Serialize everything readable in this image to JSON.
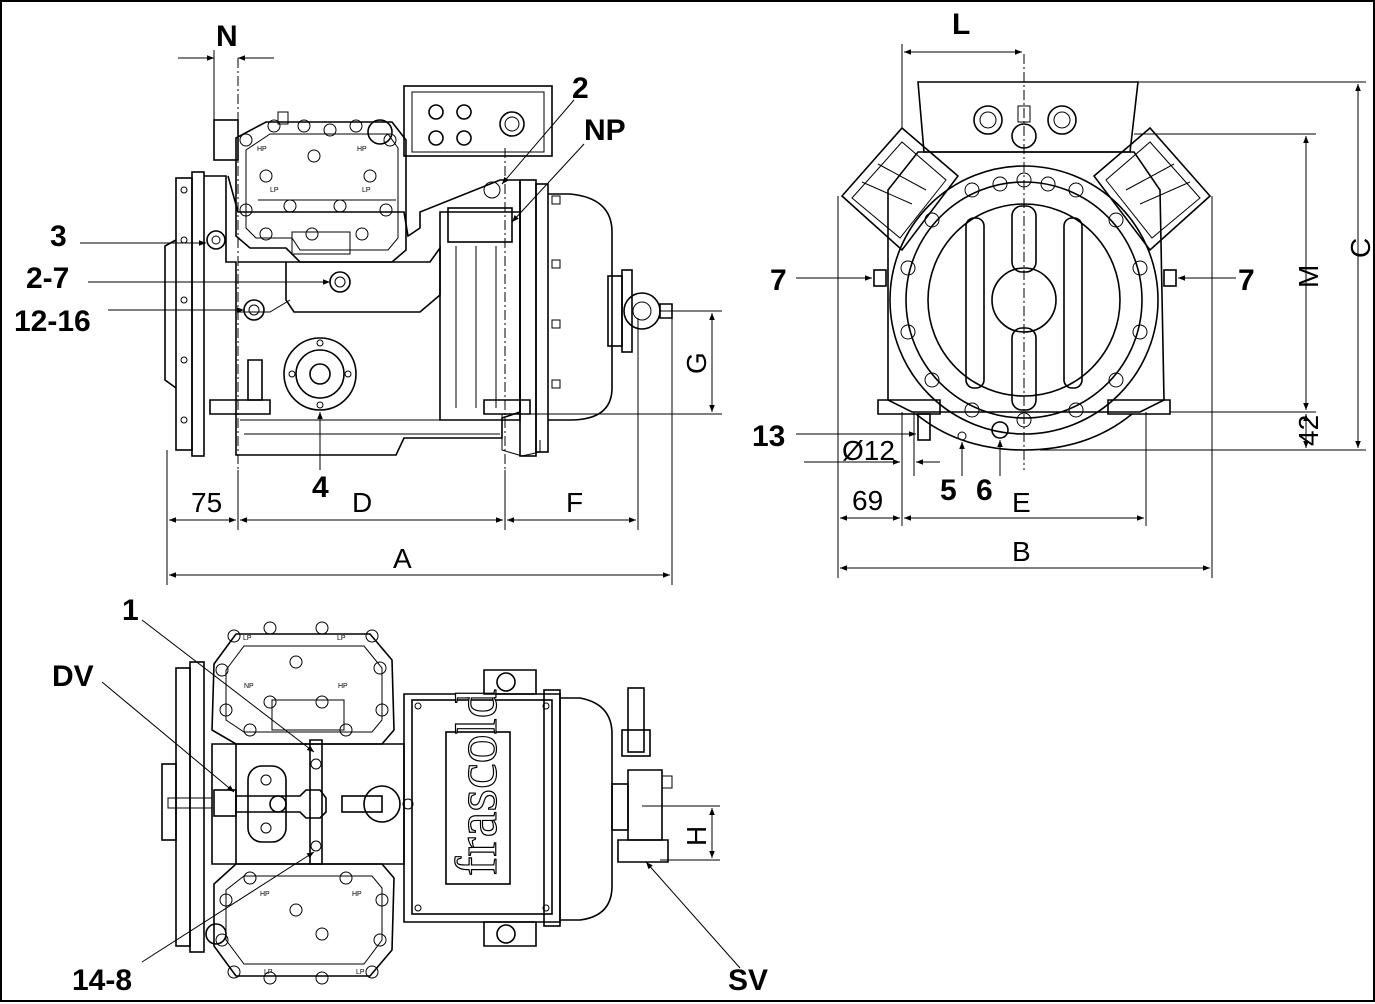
{
  "labels": {
    "n": "N",
    "l": "L",
    "two": "2",
    "np": "NP",
    "three": "3",
    "two_seven": "2-7",
    "twelve_sixteen": "12-16",
    "four": "4",
    "seven_left": "7",
    "seven_right": "7",
    "thirteen": "13",
    "five": "5",
    "six": "6",
    "one": "1",
    "dv": "DV",
    "fourteen_eight": "14-8",
    "sv": "SV"
  },
  "dimensions": {
    "d75": "75",
    "d": "D",
    "f": "F",
    "a": "A",
    "g": "G",
    "m": "M",
    "c": "C",
    "d42": "42",
    "dia12": "Ø12",
    "d69": "69",
    "e": "E",
    "b": "B",
    "h": "H"
  },
  "plate": {
    "brand": "frascold"
  },
  "markings": {
    "hp": "HP",
    "lp": "LP",
    "np": "NP"
  }
}
